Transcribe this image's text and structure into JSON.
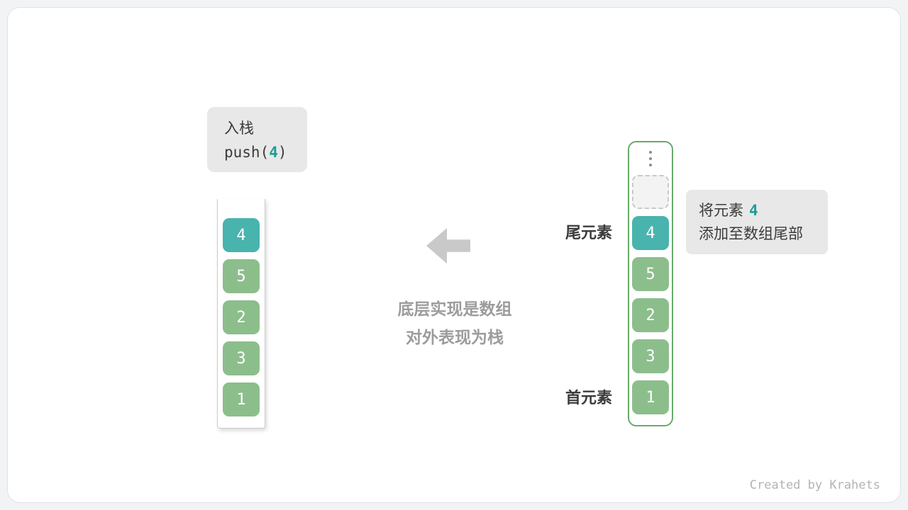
{
  "push_label": {
    "title": "入栈",
    "code_prefix": "push(",
    "code_value": "4",
    "code_suffix": ")"
  },
  "stacks": {
    "left": {
      "values": [
        "4",
        "5",
        "2",
        "3",
        "1"
      ]
    },
    "right": {
      "values": [
        "4",
        "5",
        "2",
        "3",
        "1"
      ]
    }
  },
  "note": {
    "line1": "底层实现是数组",
    "line2": "对外表现为栈"
  },
  "labels": {
    "tail": "尾元素",
    "head": "首元素"
  },
  "annotation": {
    "prefix": "将元素",
    "value": "4",
    "line2": "添加至数组尾部"
  },
  "credit": "Created by Krahets",
  "colors": {
    "teal_cell": "#49b3ae",
    "green_cell": "#8cbe8c",
    "teal_text": "#1c9e96",
    "container_border_green": "#6aa96a",
    "label_box_bg": "#e8e8e8",
    "arrow_gray": "#c9c9c9",
    "note_gray": "#9c9c9c"
  }
}
